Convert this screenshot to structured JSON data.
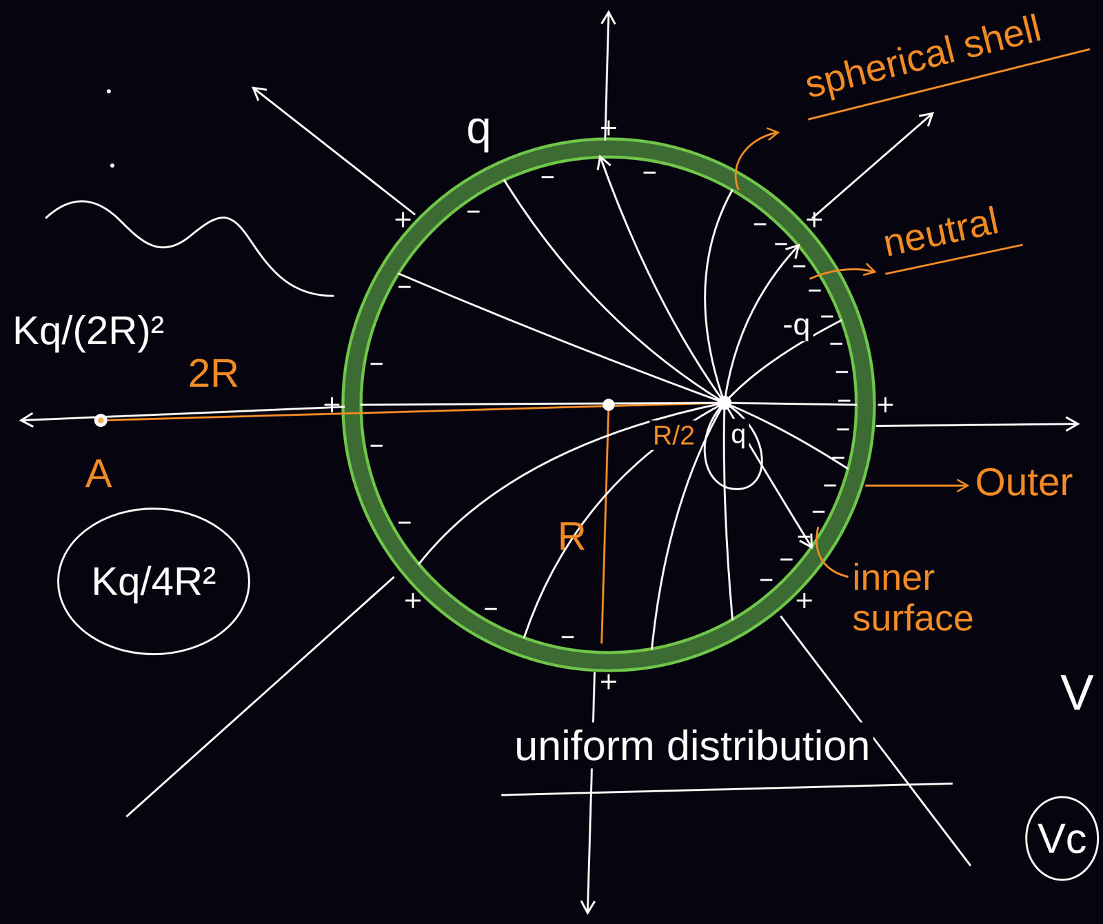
{
  "diagram": {
    "nodes": [
      {
        "text": [
          "Kq/4R²"
        ]
      },
      {
        "text": [
          "Vc"
        ]
      }
    ],
    "labels": [
      "q",
      "spherical shell",
      "neutral",
      "Kq/(2R)²",
      "2R",
      "-q",
      "R/2",
      "q",
      "A",
      "R",
      "Outer",
      "inner surface",
      "uniform distribution",
      "V"
    ]
  }
}
